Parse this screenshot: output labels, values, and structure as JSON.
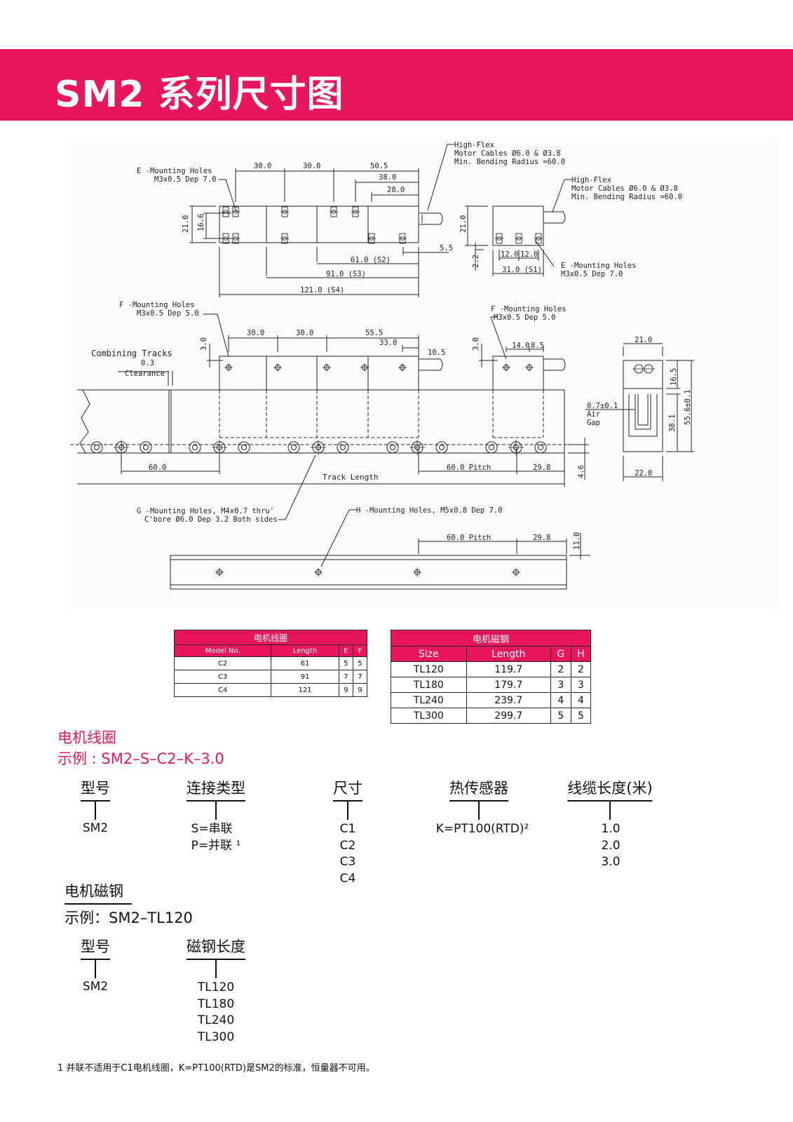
{
  "header": {
    "title": "SM2 系列尺寸图"
  },
  "drawing": {
    "top_view": {
      "dims_top": [
        "30.0",
        "30.0",
        "50.5",
        "38.0",
        "28.0"
      ],
      "dims_left": [
        "21.0",
        "16.6"
      ],
      "dims_bottom": [
        "5.5",
        "61.0 (S2)",
        "91.0 (S3)",
        "121.0 (S4)"
      ],
      "label_e_holes": [
        "E -Mounting Holes",
        "M3x0.5 Dep 7.0"
      ],
      "label_cables": [
        "High-Flex",
        "Motor Cables Ø6.0 & Ø3.8",
        "Min. Bending Radius =60.0"
      ]
    },
    "side_view": {
      "label_cables": [
        "High-Flex",
        "Motor Cables Ø6.0 & Ø3.8",
        "Min. Bending Radius =60.0"
      ],
      "dims": [
        "21.0",
        "2.2",
        "12.0",
        "12.0",
        "31.0 (S1)"
      ],
      "label_e_holes": [
        "E -Mounting Holes",
        "M3x0.5 Dep 7.0"
      ]
    },
    "track_view": {
      "label_f_holes_left": [
        "F -Mounting Holes",
        "M3x0.5 Dep 5.0"
      ],
      "label_f_holes_right": [
        "F -Mounting Holes",
        "M3x0.5 Dep 5.0"
      ],
      "label_combining": "Combining Tracks",
      "label_clearance_val": "0.3",
      "label_clearance": "Clearance",
      "dims_top": [
        "30.0",
        "30.0",
        "55.5",
        "33.0",
        "10.5",
        "3.0"
      ],
      "dims_right_top": [
        "3.0",
        "14.0",
        "8.5"
      ],
      "dims_bottom": [
        "60.0",
        "Track Length",
        "60.0 Pitch",
        "29.8",
        "4.6"
      ],
      "label_g_holes": [
        "G -Mounting Holes, M4x0.7 thru'",
        "C'bore Ø6.0 Dep 3.2 Both sides"
      ]
    },
    "end_view": {
      "dims": [
        "21.0",
        "16.5",
        "55.6±0.1",
        "38.1",
        "22.0"
      ],
      "air_gap": [
        "0.7±0.1",
        "Air",
        "Gap"
      ]
    },
    "base_view": {
      "label_h_holes": "H -Mounting Holes, M5x0.8 Dep 7.0",
      "dims": [
        "60.0 Pitch",
        "29.8",
        "11.0"
      ]
    }
  },
  "coil_table": {
    "caption": "电机线圈",
    "headers": [
      "Model No.",
      "Length",
      "E",
      "F"
    ],
    "rows": [
      [
        "C2",
        "61",
        "5",
        "5"
      ],
      [
        "C3",
        "91",
        "7",
        "7"
      ],
      [
        "C4",
        "121",
        "9",
        "9"
      ]
    ]
  },
  "magnet_table": {
    "caption": "电机磁钢",
    "headers": [
      "Size",
      "Length",
      "G",
      "H"
    ],
    "rows": [
      [
        "TL120",
        "119.7",
        "2",
        "2"
      ],
      [
        "TL180",
        "179.7",
        "3",
        "3"
      ],
      [
        "TL240",
        "239.7",
        "4",
        "4"
      ],
      [
        "TL300",
        "299.7",
        "5",
        "5"
      ]
    ]
  },
  "coil_order": {
    "title": "电机线圈",
    "example": "示例 : SM2–S–C2–K–3.0",
    "columns": [
      {
        "heading": "型号",
        "values": [
          "SM2"
        ]
      },
      {
        "heading": "连接类型",
        "values": [
          "S=串联",
          "P=并联 ¹"
        ]
      },
      {
        "heading": "尺寸",
        "values": [
          "C1",
          "C2",
          "C3",
          "C4"
        ]
      },
      {
        "heading": "热传感器",
        "values": [
          "K=PT100(RTD)²"
        ]
      },
      {
        "heading": "线缆长度(米)",
        "values": [
          "1.0",
          "2.0",
          "3.0"
        ]
      }
    ]
  },
  "magnet_order": {
    "title": "电机磁钢",
    "example": "示例：SM2–TL120",
    "columns": [
      {
        "heading": "型号",
        "values": [
          "SM2"
        ]
      },
      {
        "heading": "磁钢长度",
        "values": [
          "TL120",
          "TL180",
          "TL240",
          "TL300"
        ]
      }
    ]
  },
  "footnote": "1 并联不适用于C1电机线圈，K=PT100(RTD)是SM2的标准，恒量器不可用。",
  "colors": {
    "accent": "#e8175d"
  }
}
